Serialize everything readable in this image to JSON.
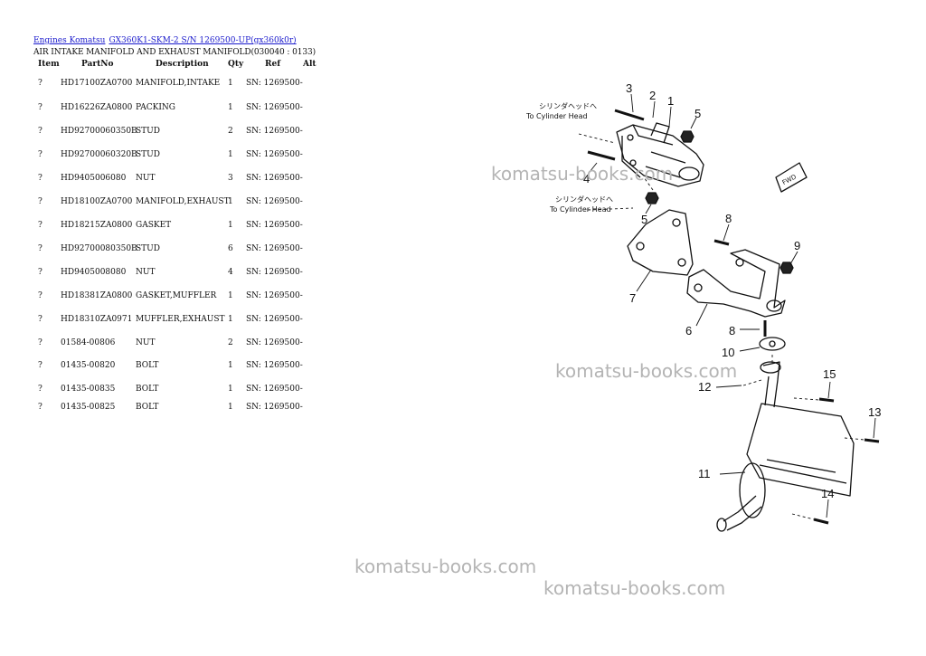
{
  "breadcrumb": {
    "root": "Engines Komatsu",
    "model": "GX360K1-SKM-2 S/N 1269500-UP(gx360k0r)"
  },
  "page_title": "AIR INTAKE MANIFOLD AND EXHAUST MANIFOLD(030040 : 0133)",
  "table": {
    "headers": {
      "item": "Item",
      "partno": "PartNo",
      "description": "Description",
      "qty": "Qty",
      "ref": "Ref",
      "alt": "Alt"
    },
    "rows": [
      {
        "item": "?",
        "partno": "HD17100ZA0700",
        "description": "MANIFOLD,INTAKE",
        "qty": "1",
        "ref": "SN: 1269500-"
      },
      {
        "item": "?",
        "partno": "HD16226ZA0800",
        "description": "PACKING",
        "qty": "1",
        "ref": "SN: 1269500-"
      },
      {
        "item": "?",
        "partno": "HD92700060350B",
        "description": "STUD",
        "qty": "2",
        "ref": "SN: 1269500-"
      },
      {
        "item": "?",
        "partno": "HD92700060320B",
        "description": "STUD",
        "qty": "1",
        "ref": "SN: 1269500-"
      },
      {
        "item": "?",
        "partno": "HD9405006080",
        "description": "NUT",
        "qty": "3",
        "ref": "SN: 1269500-"
      },
      {
        "item": "?",
        "partno": "HD18100ZA0700",
        "description": "MANIFOLD,EXHAUST",
        "qty": "1",
        "ref": "SN: 1269500-"
      },
      {
        "item": "?",
        "partno": "HD18215ZA0800",
        "description": "GASKET",
        "qty": "1",
        "ref": "SN: 1269500-"
      },
      {
        "item": "?",
        "partno": "HD92700080350B",
        "description": "STUD",
        "qty": "6",
        "ref": "SN: 1269500-"
      },
      {
        "item": "?",
        "partno": "HD9405008080",
        "description": "NUT",
        "qty": "4",
        "ref": "SN: 1269500-"
      },
      {
        "item": "?",
        "partno": "HD18381ZA0800",
        "description": "GASKET,MUFFLER",
        "qty": "1",
        "ref": "SN: 1269500-"
      },
      {
        "item": "?",
        "partno": "HD18310ZA0971",
        "description": "MUFFLER,EXHAUST",
        "qty": "1",
        "ref": "SN: 1269500-"
      },
      {
        "item": "?",
        "partno": "01584-00806",
        "description": "NUT",
        "qty": "2",
        "ref": "SN: 1269500-"
      },
      {
        "item": "?",
        "partno": "01435-00820",
        "description": "BOLT",
        "qty": "1",
        "ref": "SN: 1269500-"
      },
      {
        "item": "?",
        "partno": "01435-00835",
        "description": "BOLT",
        "qty": "1",
        "ref": "SN: 1269500-"
      },
      {
        "item": "?",
        "partno": "01435-00825",
        "description": "BOLT",
        "qty": "1",
        "ref": "SN: 1269500-"
      }
    ]
  },
  "diagram": {
    "callouts": [
      "1",
      "2",
      "3",
      "4",
      "5",
      "5",
      "6",
      "7",
      "8",
      "8",
      "9",
      "10",
      "11",
      "12",
      "13",
      "14",
      "15"
    ],
    "note_jp": "シリンダヘッドへ",
    "note_top_en": "To Cylinder Head",
    "note_bottom_en": "To Cylinder Head",
    "fwd_label": "FWD"
  },
  "watermarks": [
    "komatsu-books.com",
    "komatsu-books.com",
    "komatsu-books.com",
    "komatsu-books.com"
  ]
}
